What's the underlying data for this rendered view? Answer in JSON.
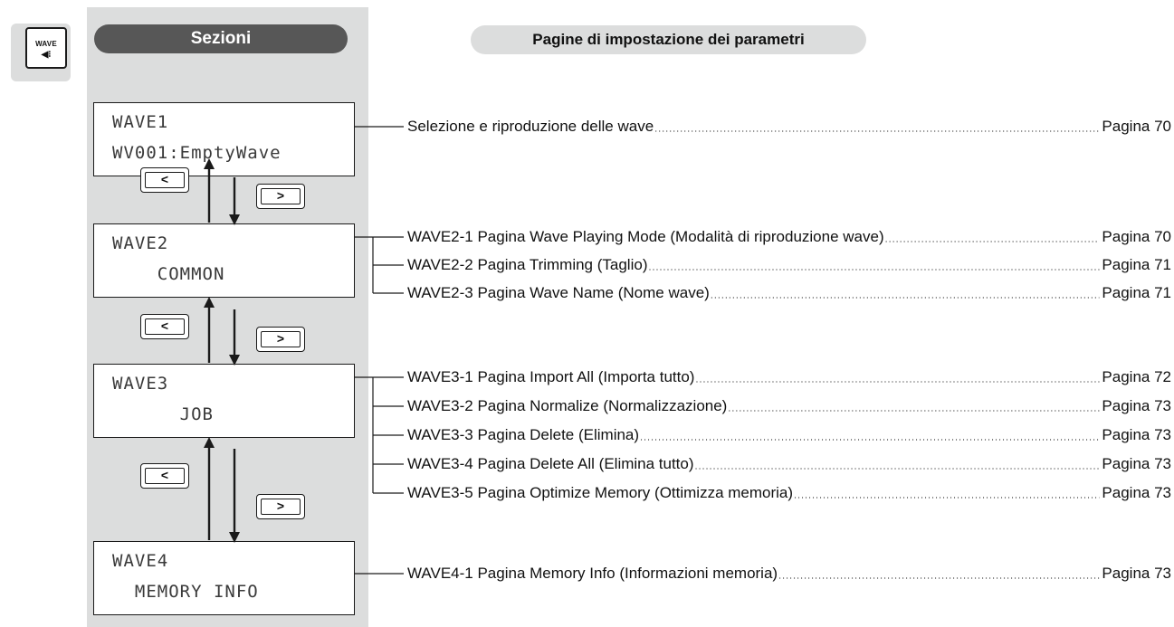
{
  "wave_key": {
    "label": "WAVE",
    "glyph": "◀⁝"
  },
  "sections_title": "Sezioni",
  "params_title": "Pagine di impostazione dei parametri",
  "lcd": [
    {
      "line1": "WAVE1",
      "line2": "WV001:EmptyWave"
    },
    {
      "line1": "WAVE2",
      "line2": "    COMMON"
    },
    {
      "line1": "WAVE3",
      "line2": "      JOB"
    },
    {
      "line1": "WAVE4",
      "line2": "  MEMORY INFO"
    }
  ],
  "nav": {
    "back": "<",
    "forward": ">"
  },
  "entries": [
    {
      "text": "Selezione e riproduzione delle wave",
      "page": "Pagina 70"
    },
    {
      "text": "WAVE2-1 Pagina Wave Playing Mode (Modalità di riproduzione wave)",
      "page": "Pagina 70"
    },
    {
      "text": "WAVE2-2 Pagina Trimming (Taglio)",
      "page": "Pagina 71"
    },
    {
      "text": "WAVE2-3 Pagina Wave Name (Nome wave)",
      "page": "Pagina 71"
    },
    {
      "text": "WAVE3-1 Pagina Import All (Importa tutto)",
      "page": "Pagina 72"
    },
    {
      "text": "WAVE3-2 Pagina Normalize (Normalizzazione)",
      "page": "Pagina 73"
    },
    {
      "text": "WAVE3-3 Pagina Delete (Elimina)",
      "page": "Pagina 73"
    },
    {
      "text": "WAVE3-4 Pagina Delete All (Elimina tutto)",
      "page": "Pagina 73"
    },
    {
      "text": "WAVE3-5 Pagina Optimize Memory (Ottimizza memoria)",
      "page": "Pagina 73"
    },
    {
      "text": "WAVE4-1 Pagina Memory Info (Informazioni memoria)",
      "page": "Pagina 73"
    }
  ]
}
